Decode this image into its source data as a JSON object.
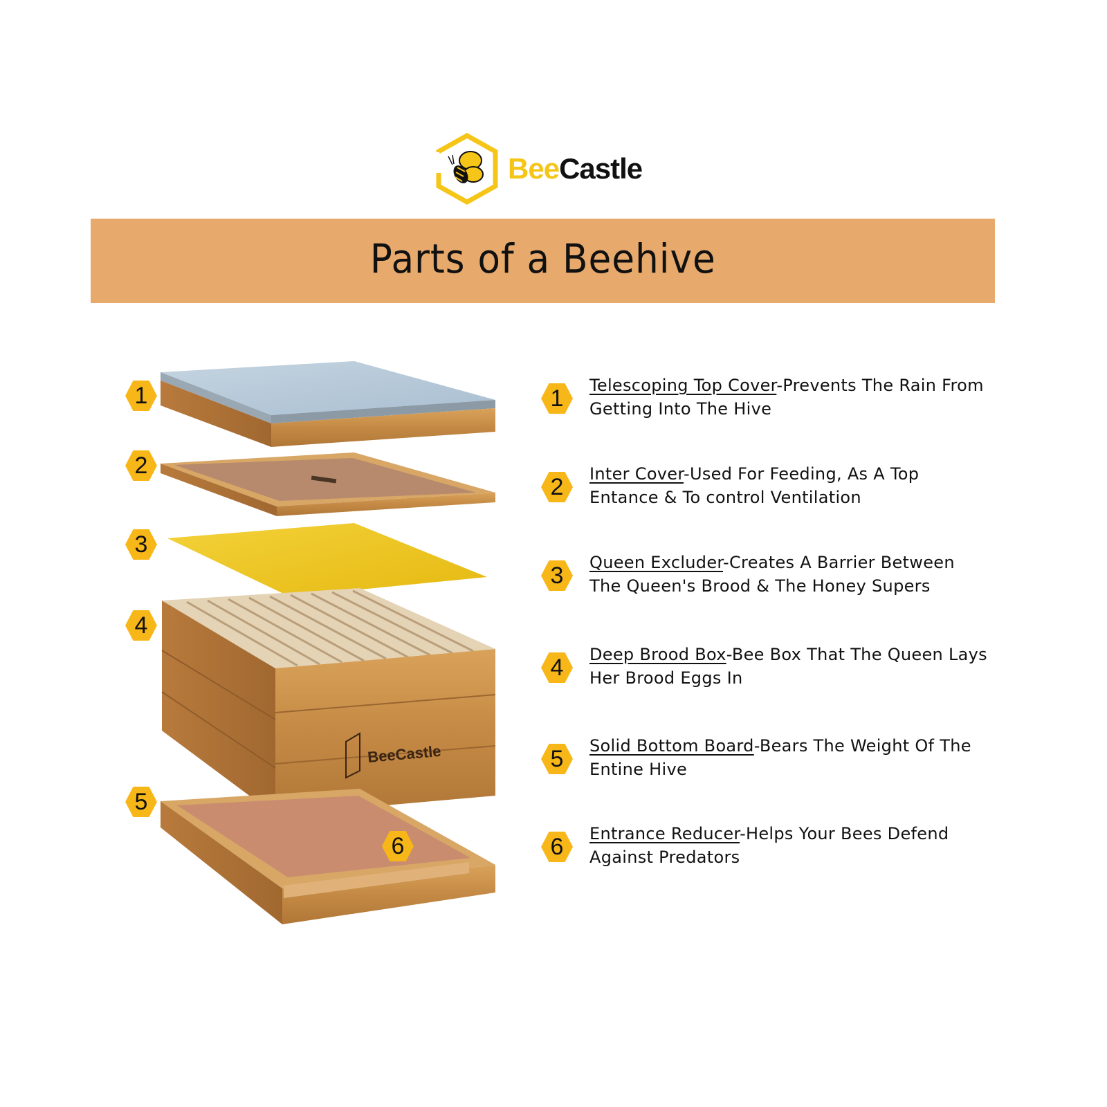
{
  "brand": {
    "name_part1": "Bee",
    "name_part2": "Castle",
    "logo_icon": "bee-hexagon-logo",
    "colors": {
      "yellow": "#f5c518",
      "dark": "#111111"
    }
  },
  "banner": {
    "title": "Parts of a Beehive",
    "background": "#e8a96c"
  },
  "diagram": {
    "box_brand_label": "BeeCastle",
    "badge_color": "#f7b718",
    "badges": [
      "1",
      "2",
      "3",
      "4",
      "5",
      "6"
    ]
  },
  "legend": [
    {
      "number": "1",
      "name": "Telescoping Top Cover",
      "description": "-Prevents The Rain From Getting Into The Hive"
    },
    {
      "number": "2",
      "name": "Inter Cover",
      "description": "-Used For Feeding, As A Top Entance & To control Ventilation"
    },
    {
      "number": "3",
      "name": "Queen Excluder",
      "description": "-Creates A Barrier Between The Queen's Brood & The Honey Supers"
    },
    {
      "number": "4",
      "name": "Deep Brood Box",
      "description": "-Bee Box That The Queen Lays Her Brood Eggs In"
    },
    {
      "number": "5",
      "name": "Solid Bottom Board",
      "description": "-Bears The Weight Of The Entine Hive"
    },
    {
      "number": "6",
      "name": "Entrance Reducer",
      "description": "-Helps Your Bees Defend Against Predators"
    }
  ]
}
